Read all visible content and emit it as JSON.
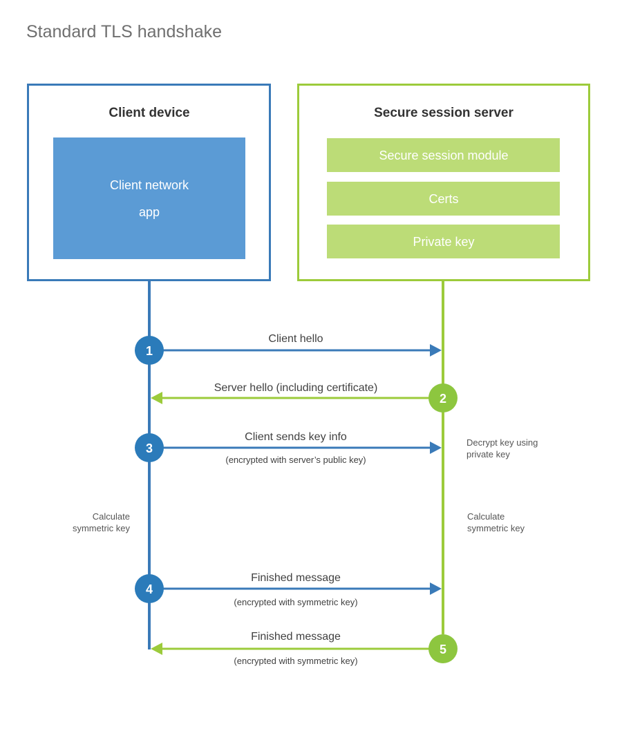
{
  "page": {
    "title": "Standard TLS handshake",
    "background": "#ffffff"
  },
  "colors": {
    "blue_border": "#3a7ab8",
    "blue_fill": "#5b9bd5",
    "blue_circle": "#2b7bba",
    "blue_line": "#3a7ab8",
    "green_border": "#9ccb3b",
    "green_fill": "#bcdc77",
    "green_circle": "#8dc63f",
    "green_line": "#9ccb3b",
    "title_text": "#6f6f6f",
    "body_text": "#404040",
    "note_text": "#555555",
    "heading_text": "#333333"
  },
  "client_panel": {
    "title": "Client device",
    "app_box_label_line1": "Client network",
    "app_box_label_line2": "app"
  },
  "server_panel": {
    "title": "Secure session server",
    "items": [
      {
        "label": "Secure session module"
      },
      {
        "label": "Certs"
      },
      {
        "label": "Private key"
      }
    ]
  },
  "steps": [
    {
      "number": "1",
      "direction": "client-to-server",
      "color": "blue",
      "label": "Client hello",
      "sublabel": ""
    },
    {
      "number": "2",
      "direction": "server-to-client",
      "color": "green",
      "label": "Server hello (including certificate)",
      "sublabel": ""
    },
    {
      "number": "3",
      "direction": "client-to-server",
      "color": "blue",
      "label": "Client sends key info",
      "sublabel": "(encrypted with server’s public key)"
    },
    {
      "number": "4",
      "direction": "client-to-server",
      "color": "blue",
      "label": "Finished message",
      "sublabel": "(encrypted with symmetric key)"
    },
    {
      "number": "5",
      "direction": "server-to-client",
      "color": "green",
      "label": "Finished message",
      "sublabel": "(encrypted with symmetric key)"
    }
  ],
  "annotations": {
    "server_decrypt_line1": "Decrypt key using",
    "server_decrypt_line2": "private key",
    "client_calc_line1": "Calculate",
    "client_calc_line2": "symmetric key",
    "server_calc_line1": "Calculate",
    "server_calc_line2": "symmetric key"
  }
}
